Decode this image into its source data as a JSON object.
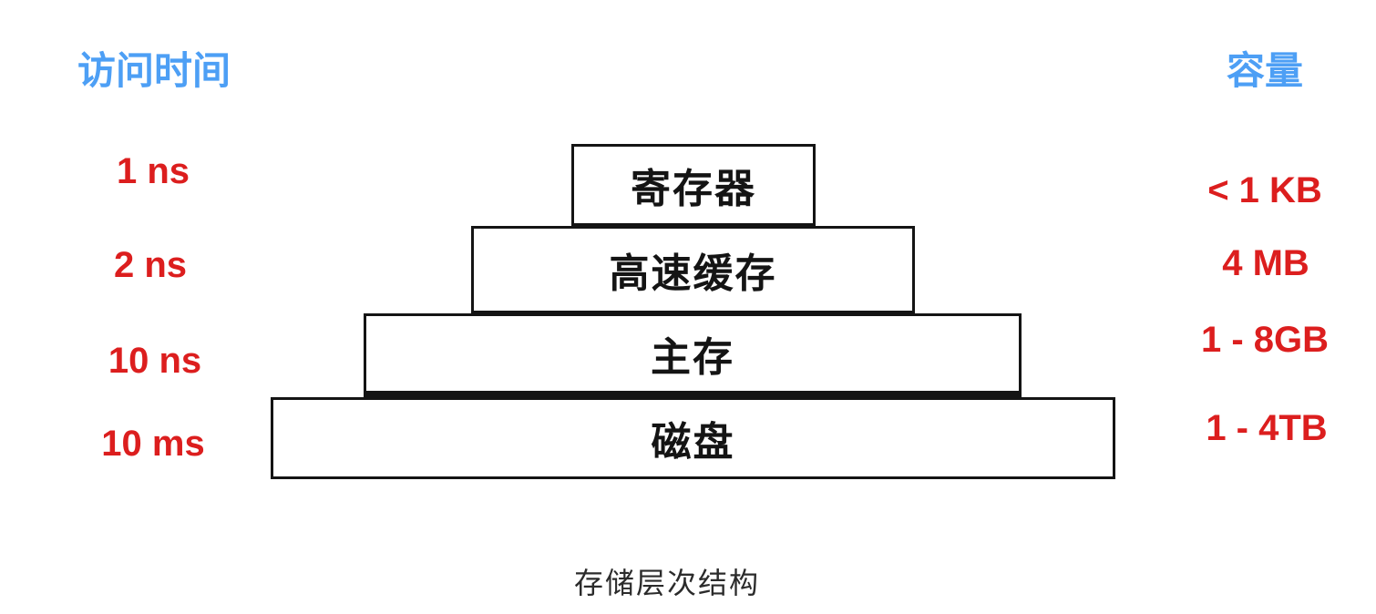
{
  "headers": {
    "access_time": "访问时间",
    "capacity": "容量"
  },
  "levels": [
    {
      "name": "寄存器",
      "access_time": "1 ns",
      "capacity": "< 1 KB"
    },
    {
      "name": "高速缓存",
      "access_time": "2 ns",
      "capacity": "4 MB"
    },
    {
      "name": "主存",
      "access_time": "10 ns",
      "capacity": "1 - 8GB"
    },
    {
      "name": "磁盘",
      "access_time": "10 ms",
      "capacity": "1 - 4TB"
    }
  ],
  "caption": "存储层次结构",
  "colors": {
    "header_blue": "#4d9ff5",
    "label_red": "#dc1e1e",
    "box_border": "#141414",
    "box_fill": "#ffffff"
  }
}
